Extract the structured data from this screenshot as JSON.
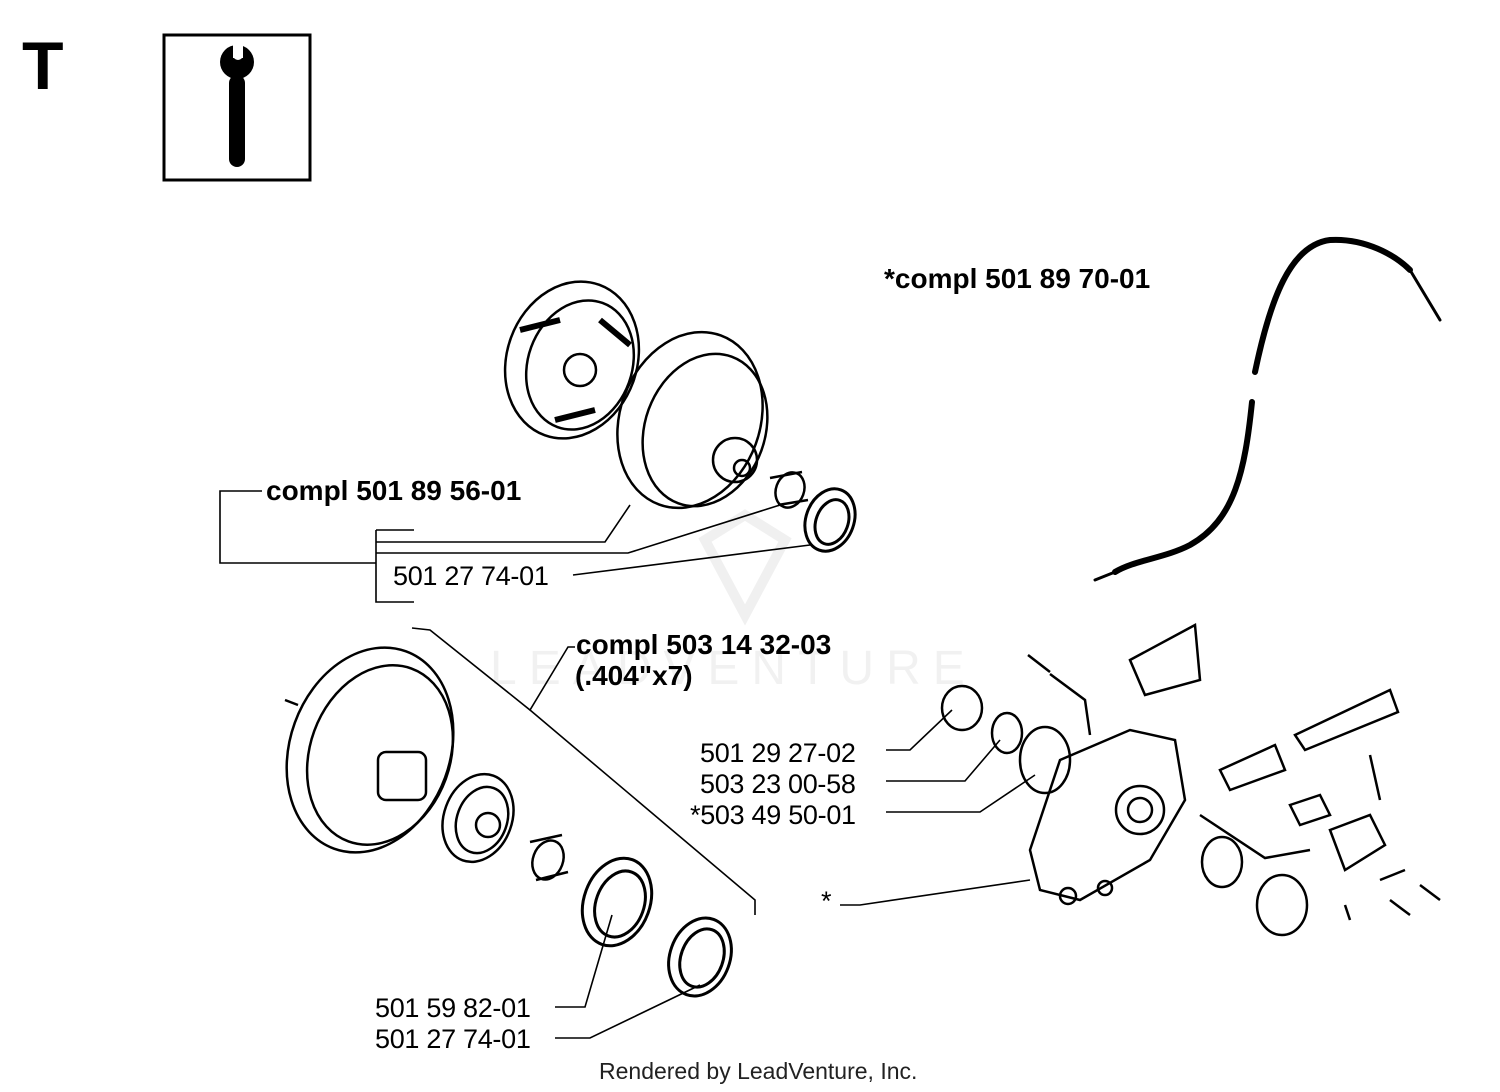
{
  "section_letter": "T",
  "watermark": "LEADVENTURE",
  "labels": {
    "clutch_compl": "compl 501 89 56-01",
    "clutch_washer": "501 27 74-01",
    "drum_compl": "compl 503 14 32-03",
    "drum_size": "(.404\"x7)",
    "washer_1": "501 59 82-01",
    "washer_2": "501 27 74-01",
    "oil_pump_compl": "*compl 501 89 70-01",
    "pump_part_1": "501 29 27-02",
    "pump_part_2": "503 23 00-58",
    "pump_part_3": "*503 49 50-01",
    "pump_asterisk": "*"
  },
  "footer": "Rendered by LeadVenture, Inc."
}
